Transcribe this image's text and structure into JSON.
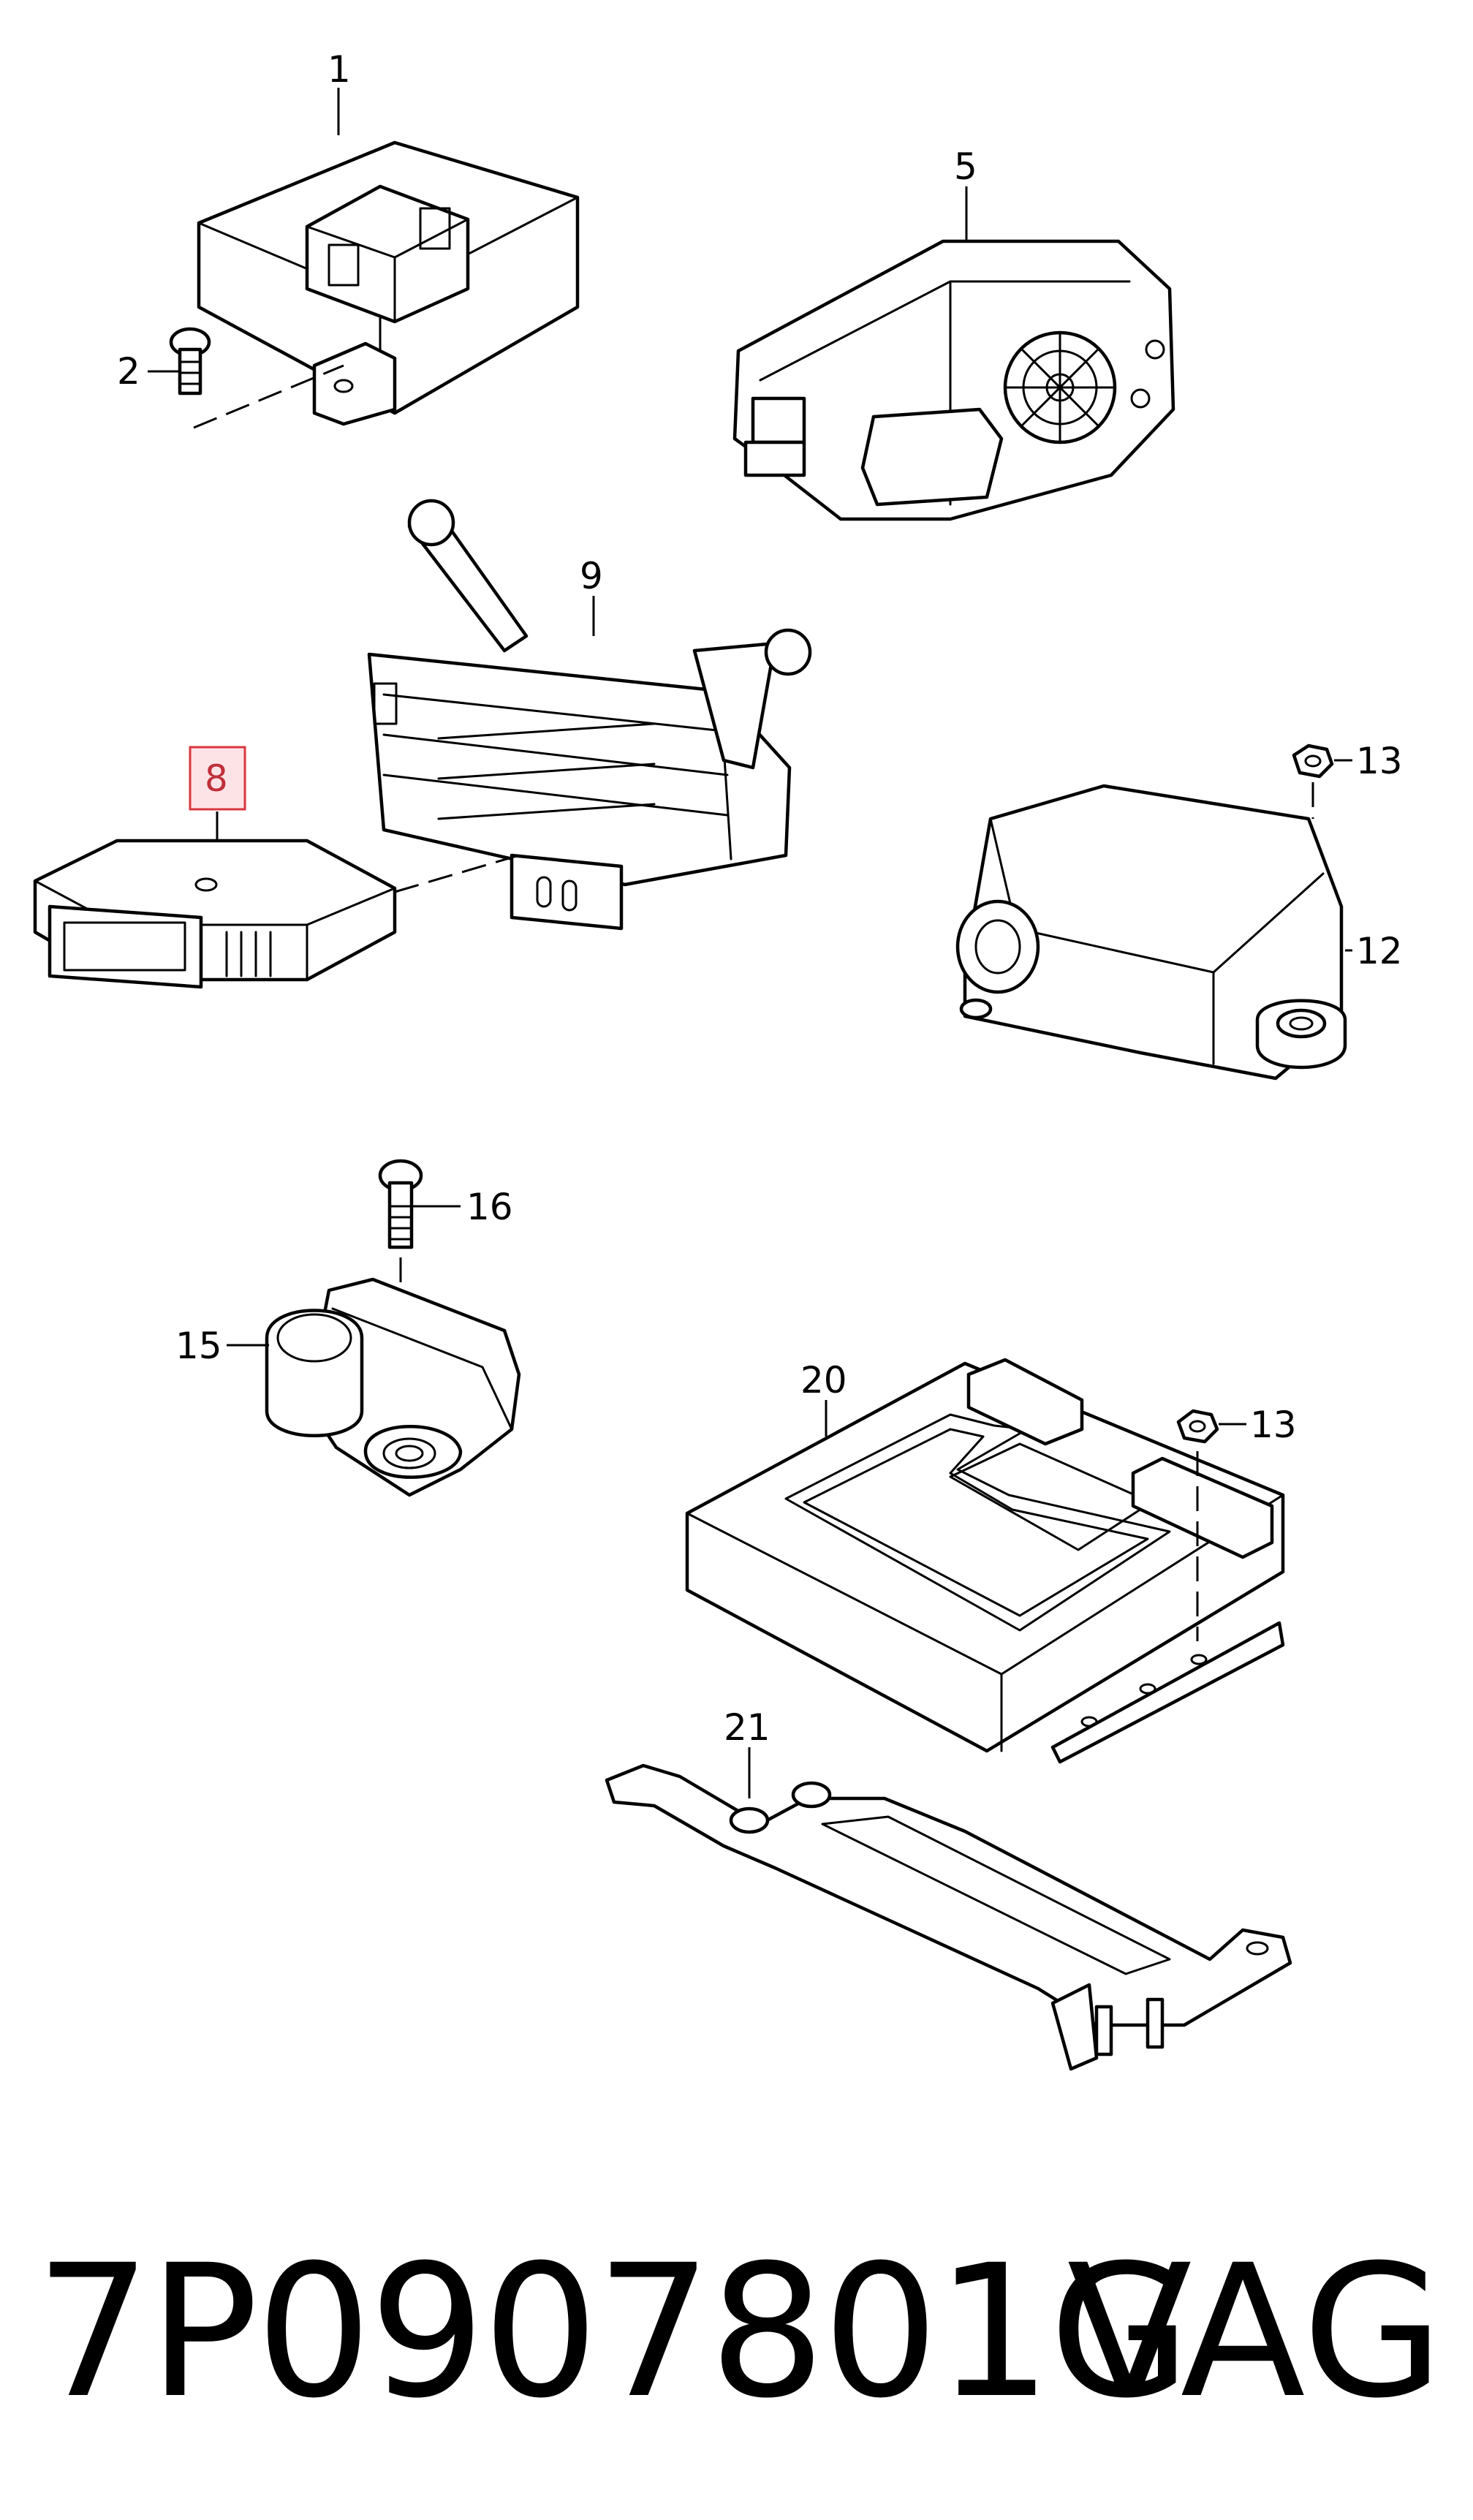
{
  "diagram": {
    "highlighted_callout": "8",
    "callouts": {
      "c1": "1",
      "c2": "2",
      "c5": "5",
      "c8": "8",
      "c9": "9",
      "c12": "12",
      "c13a": "13",
      "c13b": "13",
      "c15": "15",
      "c16": "16",
      "c20": "20",
      "c21": "21"
    },
    "colors": {
      "line": "#000000",
      "highlight_fill": "#fde3e6",
      "highlight_stroke": "#d9363e"
    }
  },
  "footer": {
    "part_number": "7P0907801G",
    "brand": "VAG"
  }
}
